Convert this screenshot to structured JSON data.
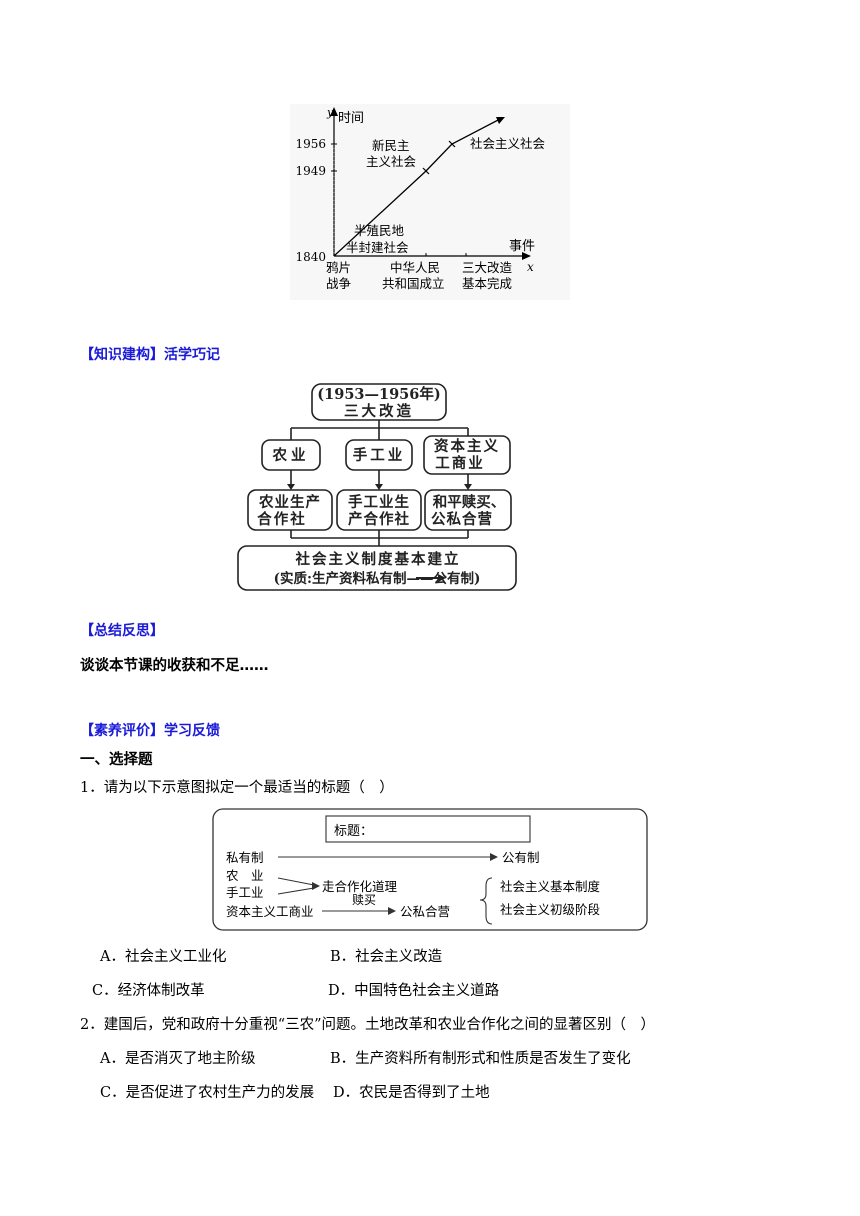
{
  "timeline": {
    "y_axis_label": "时间",
    "y_ticks": [
      "1956",
      "1949",
      "1840"
    ],
    "x_axis_label": "事件",
    "x_var": "x",
    "y_var": "y",
    "stage_labels": {
      "stage1_line1": "半殖民地",
      "stage1_line2": "半封建社会",
      "stage2_line1": "新民主",
      "stage2_line2": "主义社会",
      "stage3": "社会主义社会"
    },
    "events": {
      "e1_line1": "鸦片",
      "e1_line2": "战争",
      "e2_line1": "中华人民",
      "e2_line2": "共和国成立",
      "e3_line1": "三大改造",
      "e3_line2": "基本完成"
    }
  },
  "section_knowledge": {
    "bracket": "【知识建构】",
    "title": "活学巧记"
  },
  "flowchart": {
    "top_line1": "(1953—1956年)",
    "top_line2": "三大改造",
    "b1": "农业",
    "b2": "手工业",
    "b3_line1": "资本主义",
    "b3_line2": "工商业",
    "c1_line1": "农业生产",
    "c1_line2": "合作社",
    "c2_line1": "手工业生",
    "c2_line2": "产合作社",
    "c3_line1": "和平赎买、",
    "c3_line2": "公私合营",
    "bottom_line1": "社会主义制度基本建立",
    "bottom_line2": "(实质:生产资料私有制——公有制)"
  },
  "section_summary": {
    "bracket": "【总结反思】",
    "text": "谈谈本节课的收获和不足……"
  },
  "section_eval": {
    "bracket": "【素养评价】",
    "title": "学习反馈"
  },
  "part_title": "一、选择题",
  "q1": {
    "stem": "1．请为以下示意图拟定一个最适当的标题（　）",
    "diagram": {
      "title_box": "标题：",
      "private": "私有制",
      "public": "公有制",
      "agri": "农　业",
      "handi": "手工业",
      "coop": "走合作化道理",
      "capital": "资本主义工商业",
      "redeem": "赎买",
      "joint": "公私合营",
      "r1": "社会主义基本制度",
      "r2": "社会主义初级阶段"
    },
    "options": {
      "A": "A．社会主义工业化",
      "B": "B．社会主义改造",
      "C": "C．经济体制改革",
      "D": "D．中国特色社会主义道路"
    }
  },
  "q2": {
    "stem": "2．建国后，党和政府十分重视“三农”问题。土地改革和农业合作化之间的显著区别（　）",
    "options": {
      "A": "A．是否消灭了地主阶级",
      "B": "B．生产资料所有制形式和性质是否发生了变化",
      "C": "C．是否促进了农村生产力的发展",
      "D": "D．农民是否得到了土地"
    }
  }
}
